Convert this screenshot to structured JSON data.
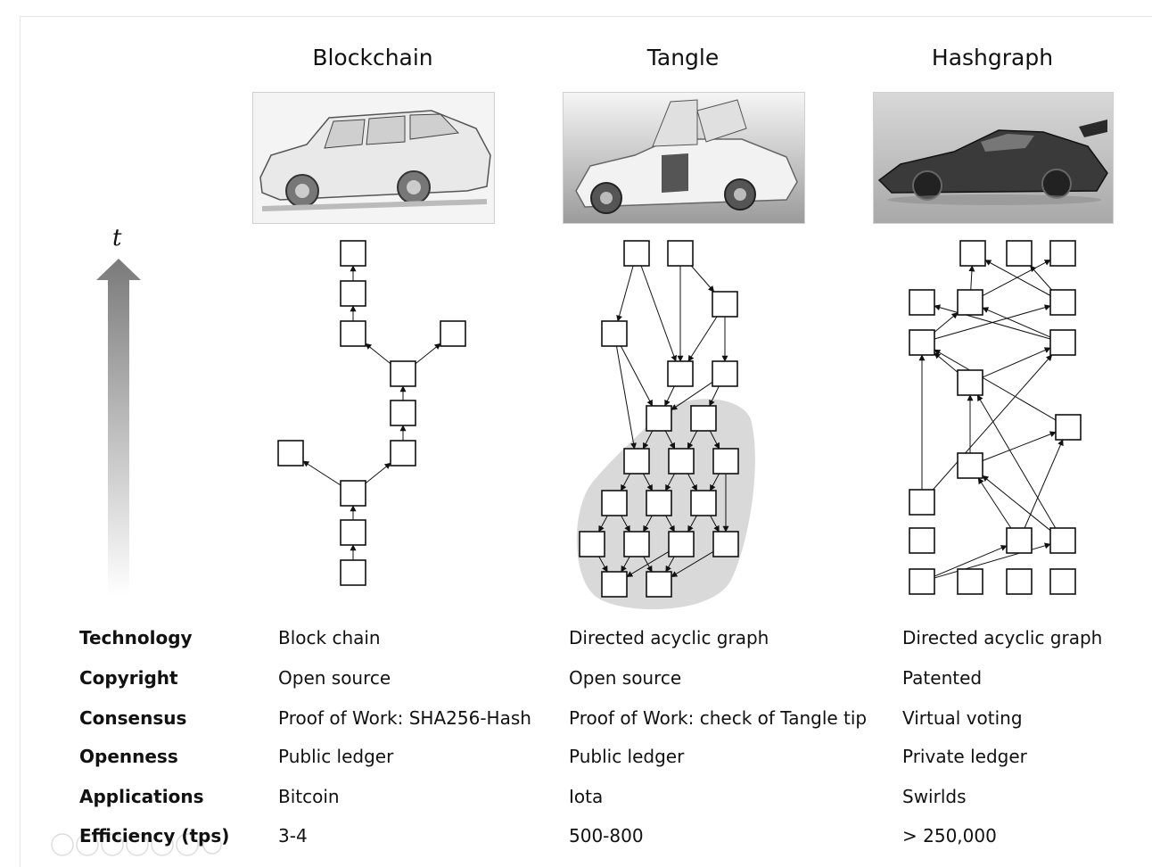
{
  "columns": [
    {
      "title": "Blockchain",
      "image": "station-wagon-car-image"
    },
    {
      "title": "Tangle",
      "image": "gullwing-suv-car-image"
    },
    {
      "title": "Hashgraph",
      "image": "supercar-image"
    }
  ],
  "time_axis": {
    "label": "t"
  },
  "table": {
    "rows": [
      {
        "label": "Technology",
        "values": [
          "Block chain",
          "Directed acyclic graph",
          "Directed acyclic graph"
        ]
      },
      {
        "label": "Copyright",
        "values": [
          "Open source",
          "Open source",
          "Patented"
        ]
      },
      {
        "label": "Consensus",
        "values": [
          "Proof of Work: SHA256-Hash",
          "Proof of Work: check of Tangle tip",
          "Virtual voting"
        ]
      },
      {
        "label": "Openness",
        "values": [
          "Public ledger",
          "Public ledger",
          "Private ledger"
        ]
      },
      {
        "label": "Applications",
        "values": [
          "Bitcoin",
          "Iota",
          "Swirlds"
        ]
      },
      {
        "label": "Efficiency (tps)",
        "values": [
          "3-4",
          "500-800",
          "> 250,000"
        ]
      }
    ]
  },
  "colors": {
    "node_stroke": "#111111",
    "tangle_blob": "#d9d9d9",
    "arrow_top": "#7a7a7a"
  }
}
